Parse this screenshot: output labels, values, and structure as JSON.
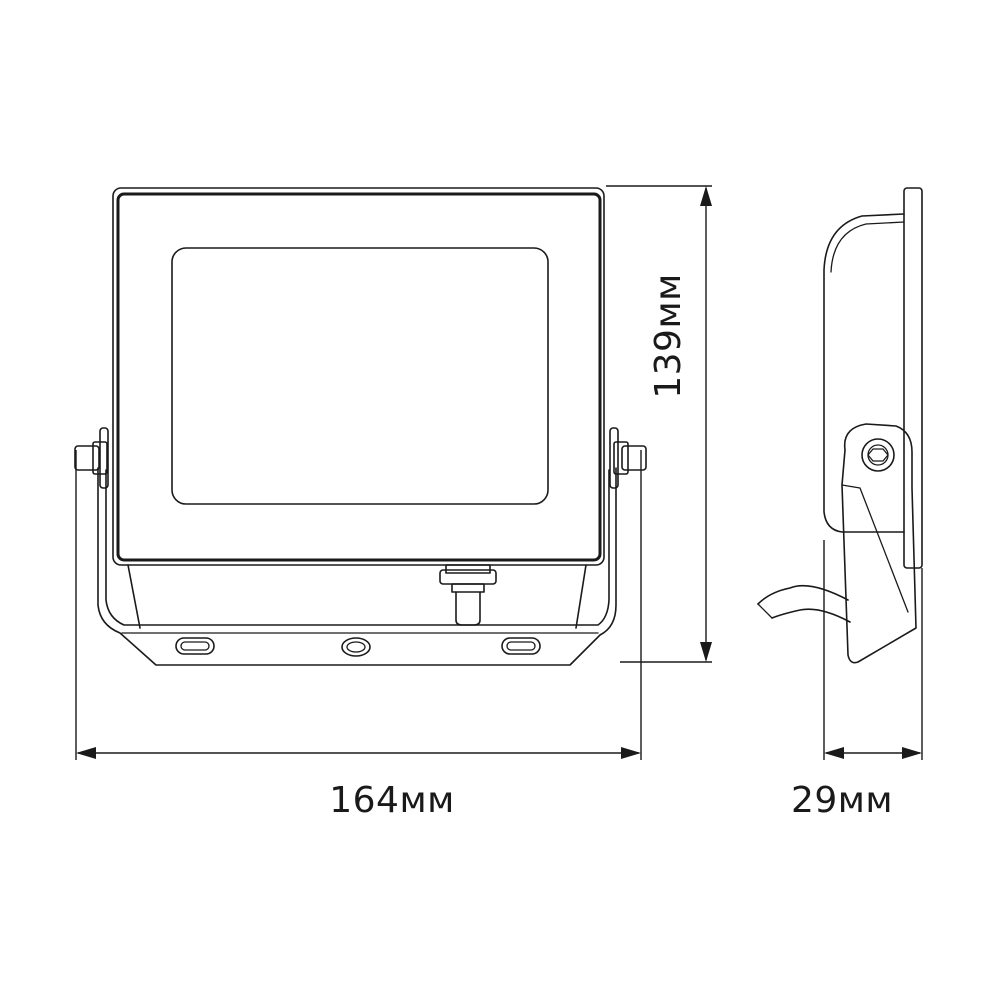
{
  "dimensions": {
    "width_label": "164мм",
    "height_label": "139мм",
    "depth_label": "29мм"
  },
  "colors": {
    "line": "#1a1a1a",
    "background": "#ffffff"
  }
}
